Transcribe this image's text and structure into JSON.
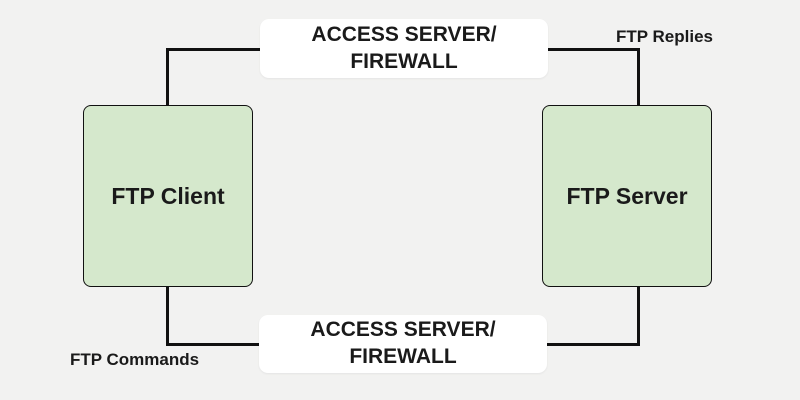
{
  "colors": {
    "background": "#f2f2f1",
    "node_fill": "#d5e8cc",
    "node_border": "#111111",
    "connector_line": "#111111",
    "firewall_fill": "#ffffff",
    "text": "#1a1a1a"
  },
  "nodes": {
    "client": {
      "label": "FTP Client"
    },
    "server": {
      "label": "FTP Server"
    },
    "firewall_top": {
      "line1": "ACCESS SERVER/",
      "line2": "FIREWALL"
    },
    "firewall_bottom": {
      "line1": "ACCESS SERVER/",
      "line2": "FIREWALL"
    }
  },
  "labels": {
    "replies": "FTP Replies",
    "commands": "FTP Commands"
  }
}
